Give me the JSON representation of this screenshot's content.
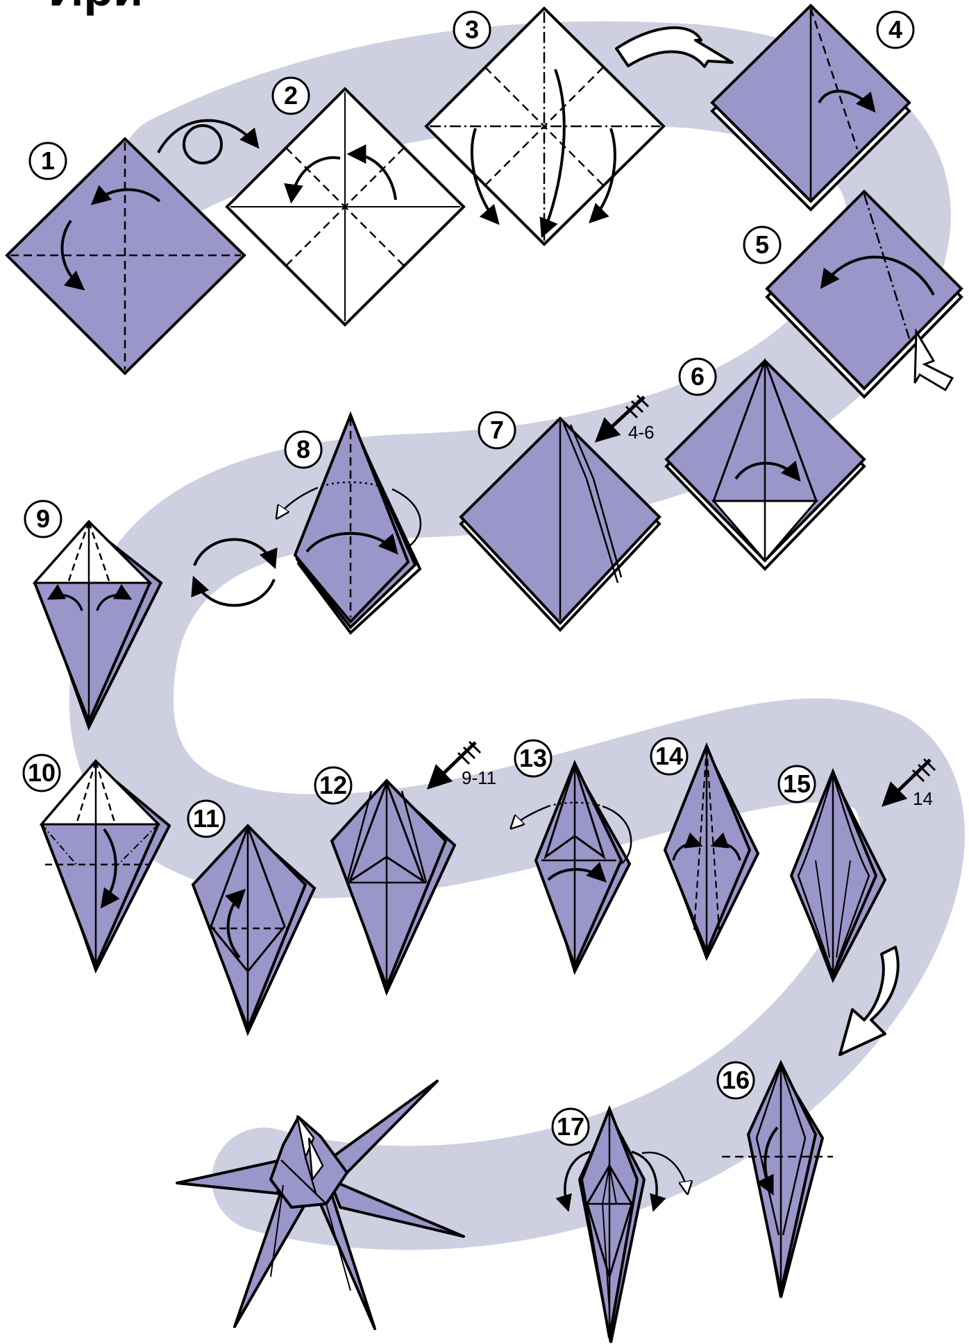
{
  "title_fragment": "Ири",
  "colors": {
    "paper_color": "#9b96c9",
    "path_band": "#cfcfe2",
    "line": "#000000",
    "white_side": "#ffffff"
  },
  "steps": [
    {
      "num": "1"
    },
    {
      "num": "2"
    },
    {
      "num": "3"
    },
    {
      "num": "4"
    },
    {
      "num": "5"
    },
    {
      "num": "6"
    },
    {
      "num": "7",
      "repeat": "4-6"
    },
    {
      "num": "8"
    },
    {
      "num": "9"
    },
    {
      "num": "10"
    },
    {
      "num": "11"
    },
    {
      "num": "12",
      "repeat": "9-11"
    },
    {
      "num": "13"
    },
    {
      "num": "14"
    },
    {
      "num": "15",
      "repeat": "14"
    },
    {
      "num": "16"
    },
    {
      "num": "17"
    }
  ],
  "icons": [
    "flip-over-icon",
    "rotate-icon",
    "push-in-arrow-icon",
    "repeat-steps-icon",
    "turn-arrow-icon"
  ]
}
